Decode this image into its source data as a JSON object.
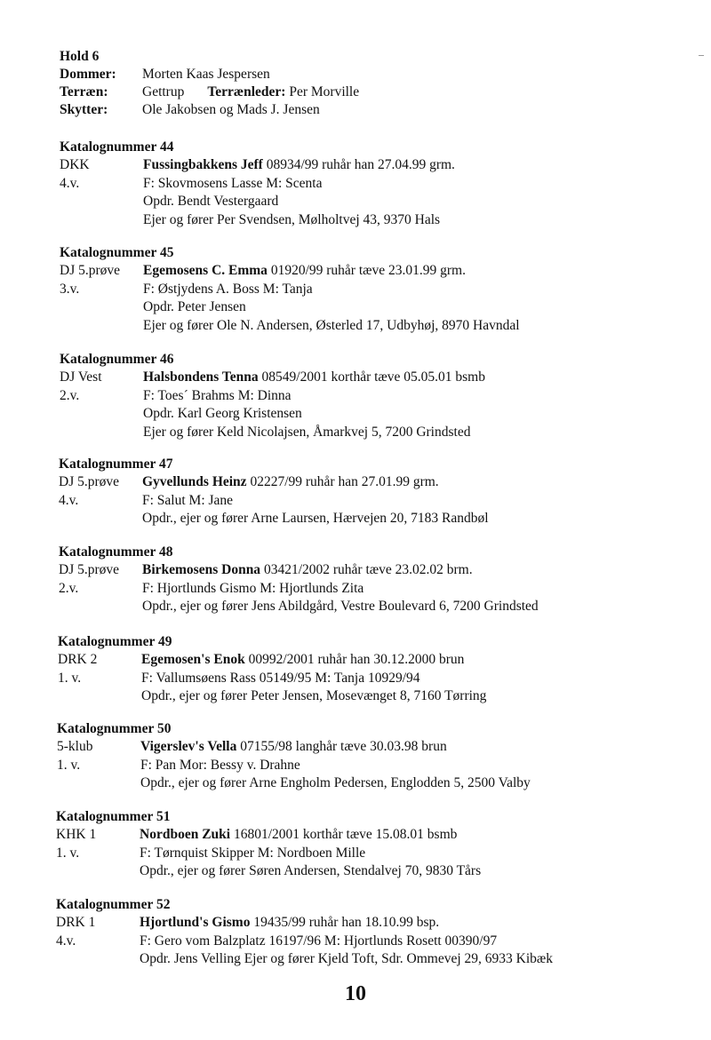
{
  "header": {
    "hold": "Hold 6",
    "dommer_label": "Dommer:",
    "dommer": "Morten Kaas Jespersen",
    "terraen_label": "Terræn:",
    "terraen": "Gettrup",
    "terraenleder_label": "Terrænleder:",
    "terraenleder": "Per Morville",
    "skytter_label": "Skytter:",
    "skytter": "Ole Jakobsen og Mads J. Jensen"
  },
  "entries": [
    {
      "title": "Katalognummer 44",
      "class": "DKK",
      "place": "4.v.",
      "dog": "Fussingbakkens Jeff",
      "details": " 08934/99 ruhår han 27.04.99 grm.",
      "parents": "F: Skovmosens Lasse  M: Scenta",
      "line3": "Opdr. Bendt Vestergaard",
      "line4": "Ejer og fører Per Svendsen, Mølholtvej 43, 9370 Hals"
    },
    {
      "title": "Katalognummer 45",
      "class": "DJ 5.prøve",
      "place": "3.v.",
      "dog": "Egemosens C. Emma",
      "details": " 01920/99 ruhår tæve 23.01.99 grm.",
      "parents": "F: Østjydens A. Boss  M: Tanja",
      "line3": "Opdr. Peter Jensen",
      "line4": "Ejer og fører Ole N. Andersen, Østerled 17, Udbyhøj, 8970 Havndal"
    },
    {
      "title": "Katalognummer 46",
      "class": "DJ Vest",
      "place": "2.v.",
      "dog": "Halsbondens Tenna",
      "details": " 08549/2001 korthår tæve 05.05.01 bsmb",
      "parents": "F: Toes´ Brahms  M: Dinna",
      "line3": "Opdr. Karl Georg Kristensen",
      "line4": "Ejer og fører Keld Nicolajsen, Åmarkvej 5, 7200 Grindsted"
    },
    {
      "title": "Katalognummer 47",
      "class": "DJ 5.prøve",
      "place": "4.v.",
      "dog": "Gyvellunds Heinz",
      "details": " 02227/99 ruhår han 27.01.99 grm.",
      "parents": "F: Salut  M: Jane",
      "line3": "Opdr., ejer og fører Arne Laursen, Hærvejen 20, 7183 Randbøl"
    },
    {
      "title": "Katalognummer 48",
      "class": "DJ 5.prøve",
      "place": "2.v.",
      "dog": "Birkemosens Donna",
      "details": " 03421/2002 ruhår tæve 23.02.02 brm.",
      "parents": "F: Hjortlunds Gismo  M: Hjortlunds Zita",
      "line3": "Opdr., ejer og fører Jens Abildgård, Vestre Boulevard 6, 7200 Grindsted"
    },
    {
      "title": "Katalognummer 49",
      "class": "DRK 2",
      "place": "1. v.",
      "dog": "Egemosen's Enok",
      "details": " 00992/2001 ruhår han 30.12.2000 brun",
      "parents": "F: Vallumsøens Rass 05149/95  M: Tanja 10929/94",
      "line3": "Opdr., ejer og fører Peter Jensen, Mosevænget 8, 7160 Tørring"
    },
    {
      "title": "Katalognummer 50",
      "class": "5-klub",
      "place": "1. v.",
      "dog": "Vigerslev's Vella",
      "details": " 07155/98 langhår tæve 30.03.98 brun",
      "parents": "F: Pan  Mor: Bessy v. Drahne",
      "line3": "Opdr., ejer og fører Arne Engholm Pedersen, Englodden 5, 2500 Valby"
    },
    {
      "title": "Katalognummer 51",
      "class": "KHK 1",
      "place": "1. v.",
      "dog": "Nordboen Zuki",
      "details": " 16801/2001 korthår tæve 15.08.01 bsmb",
      "parents": "F: Tørnquist Skipper  M: Nordboen Mille",
      "line3": "Opdr., ejer og fører Søren Andersen, Stendalvej 70, 9830 Tårs"
    },
    {
      "title": "Katalognummer 52",
      "class": "DRK 1",
      "place": "4.v.",
      "dog": "Hjortlund's Gismo",
      "details": " 19435/99 ruhår han 18.10.99 bsp.",
      "parents": "F: Gero vom Balzplatz 16197/96  M: Hjortlunds Rosett 00390/97",
      "line3": "Opdr. Jens Velling  Ejer og fører Kjeld Toft, Sdr. Ommevej 29, 6933 Kibæk"
    }
  ],
  "page_number": "10"
}
